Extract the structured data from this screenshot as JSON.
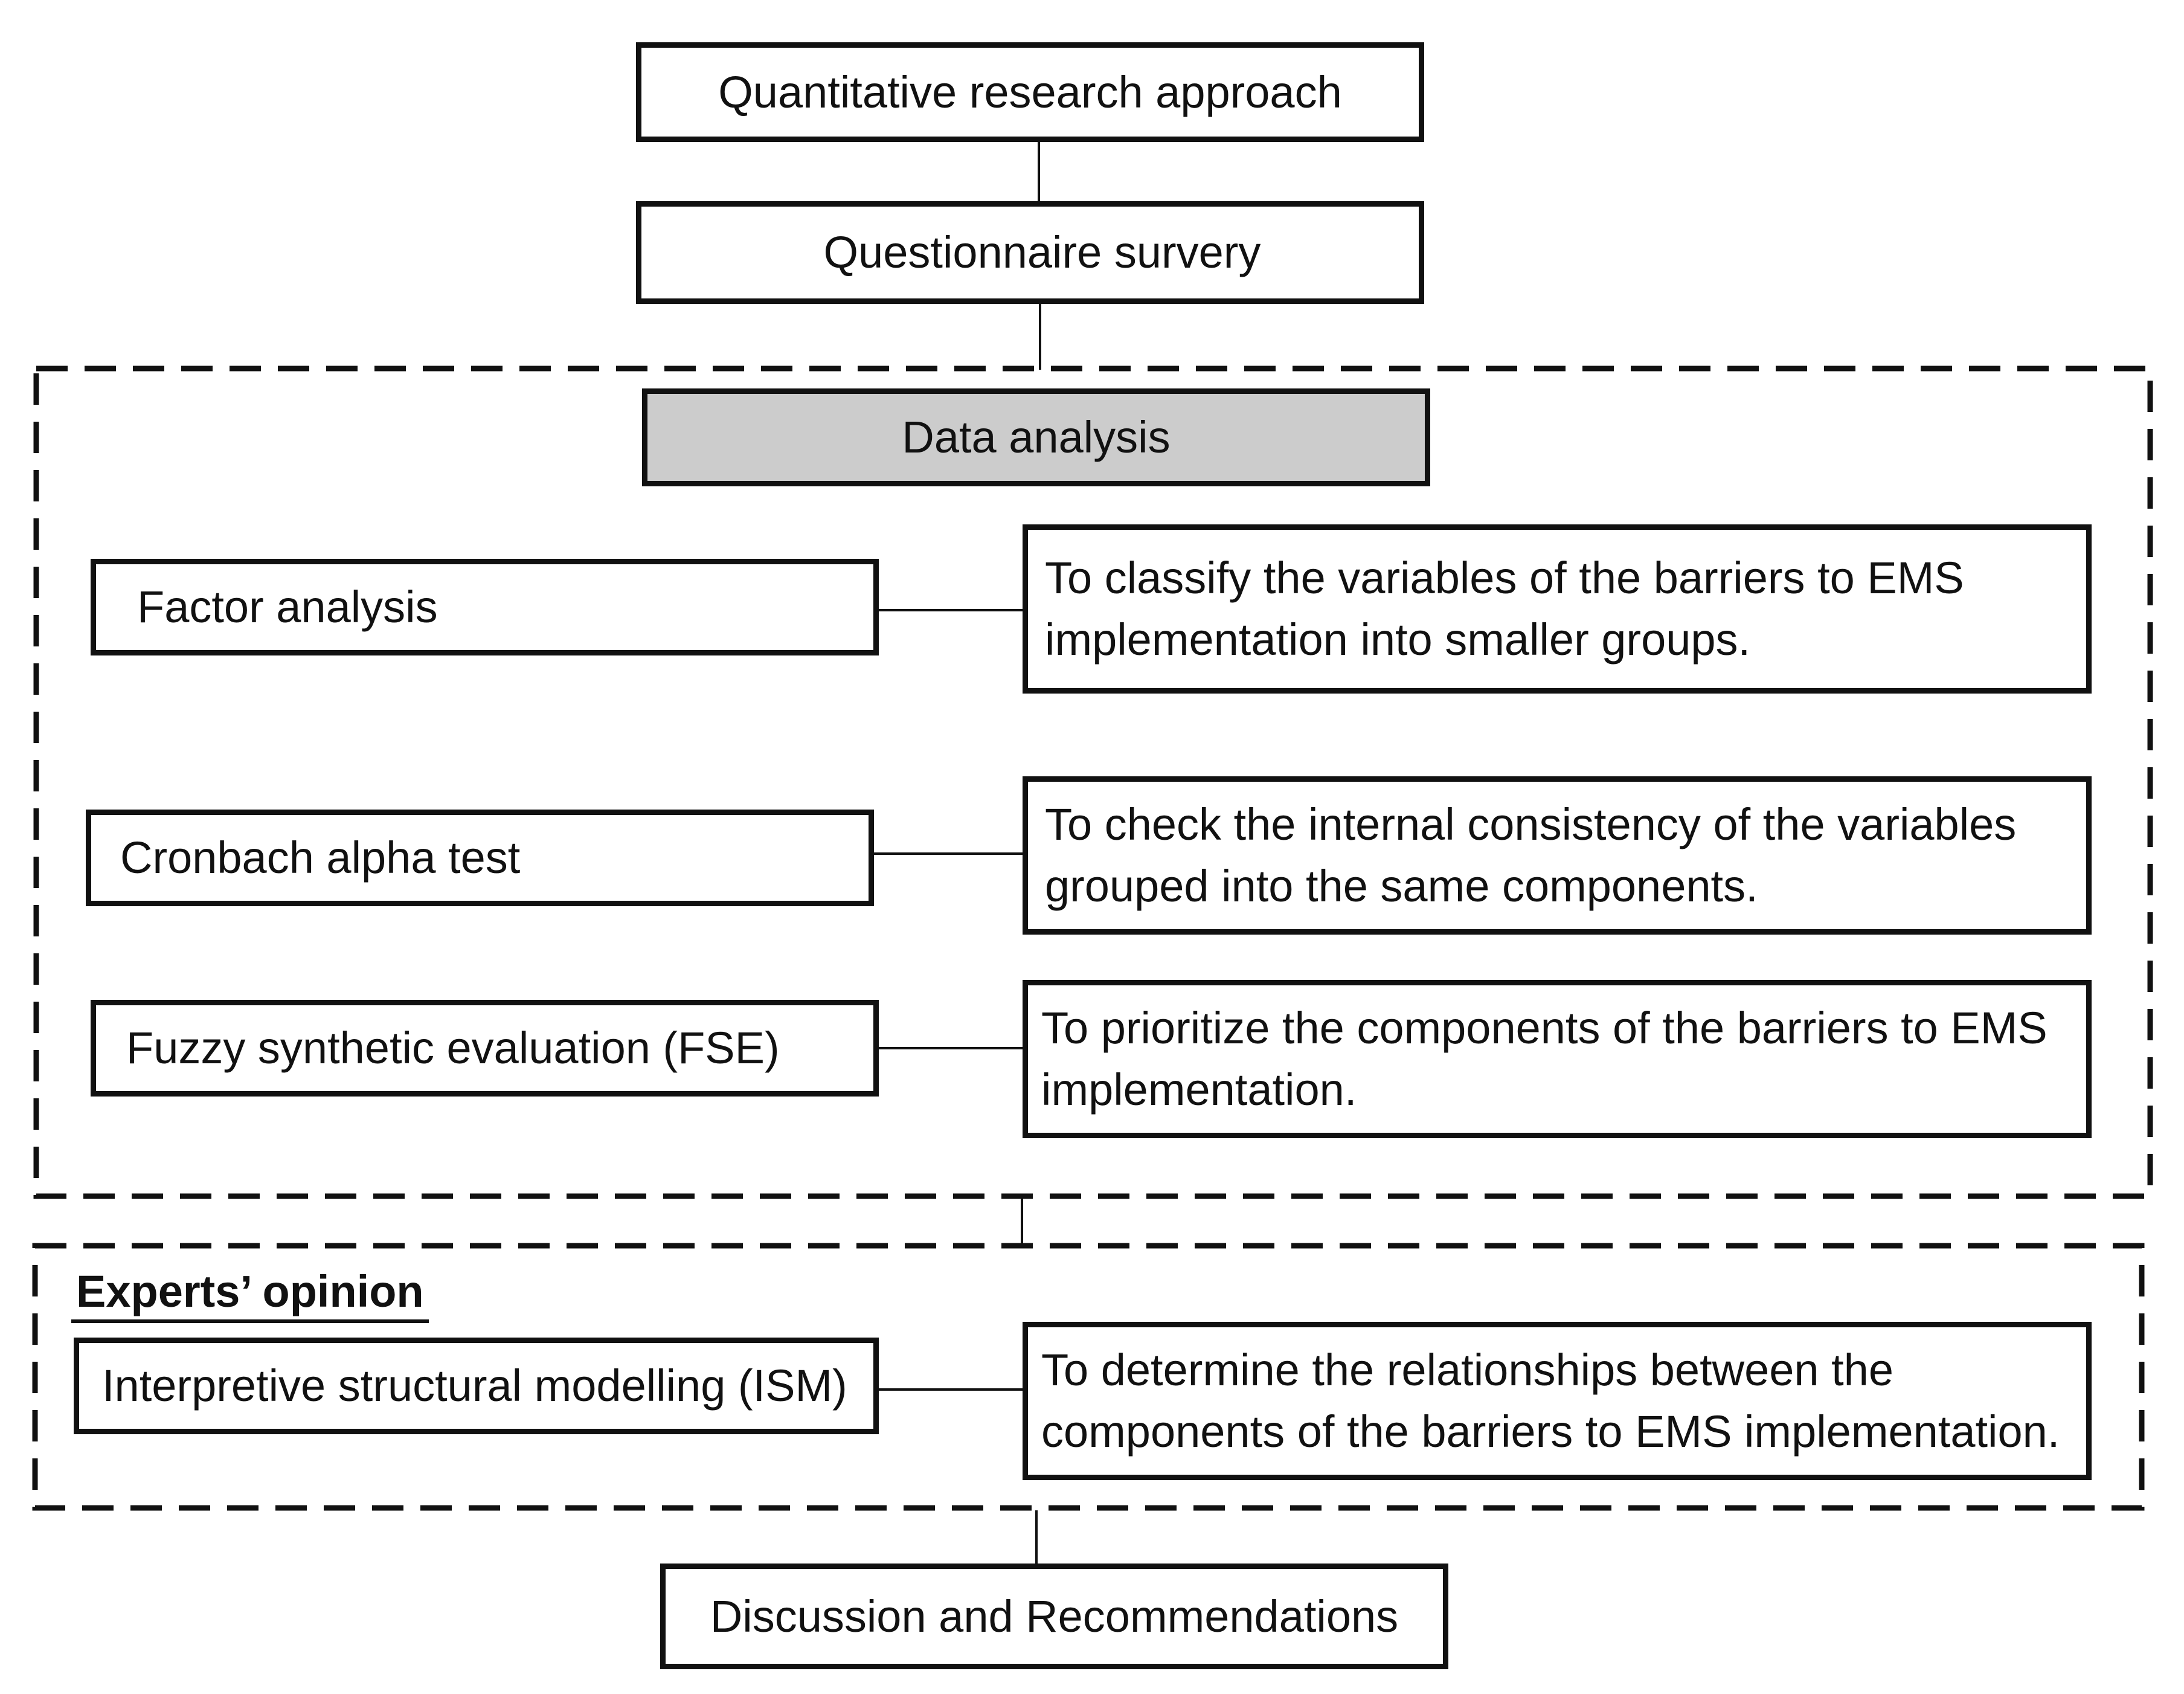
{
  "flow": {
    "approach": "Quantitative research approach",
    "survey": "Questionnaire survery",
    "data_analysis": "Data analysis",
    "discussion": "Discussion and Recommendations"
  },
  "methods": [
    {
      "name": "Factor analysis",
      "purpose": "To classify the variables of the barriers to EMS implementation into smaller groups."
    },
    {
      "name": "Cronbach alpha test",
      "purpose": "To check the internal consistency of the variables grouped into the same components."
    },
    {
      "name": "Fuzzy synthetic evaluation (FSE)",
      "purpose": "To prioritize the components of the barriers to EMS implementation."
    }
  ],
  "experts": {
    "heading": "Experts’ opinion",
    "method": "Interpretive structural modelling (ISM)",
    "purpose": "To determine the relationships between the components of the barriers to EMS implementation."
  }
}
